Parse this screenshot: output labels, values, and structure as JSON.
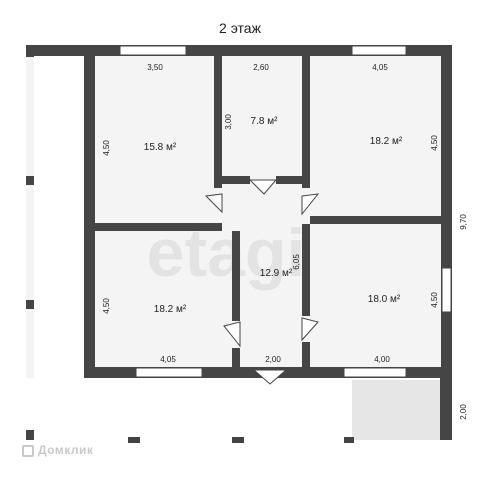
{
  "title": "2 этаж",
  "watermark": "etagi",
  "brand": "Домклик",
  "colors": {
    "wall": "#454545",
    "floor": "#f4f4f4",
    "outside": "#ffffff",
    "porch": "#e6e6e6",
    "text": "#222222",
    "watermark": "#e3e3e3"
  },
  "rooms": {
    "top_left": {
      "area": "15.8 м²",
      "width": "3,50",
      "depth": "4,50"
    },
    "top_middle": {
      "area": "7.8 м²",
      "width": "2,60",
      "depth": "3,00"
    },
    "top_right": {
      "area": "18.2 м²",
      "width": "4,05",
      "depth": "4,50"
    },
    "corridor": {
      "area": "12.9 м²",
      "length": "6,05",
      "width": "2,00"
    },
    "bottom_left": {
      "area": "18.2 м²",
      "width": "4,05",
      "depth": "4,50"
    },
    "bottom_right": {
      "area": "18.0 м²",
      "width": "4,00",
      "depth": "4,50"
    }
  },
  "dimensions": {
    "total_depth": "9,70",
    "porch_depth": "2,00"
  }
}
